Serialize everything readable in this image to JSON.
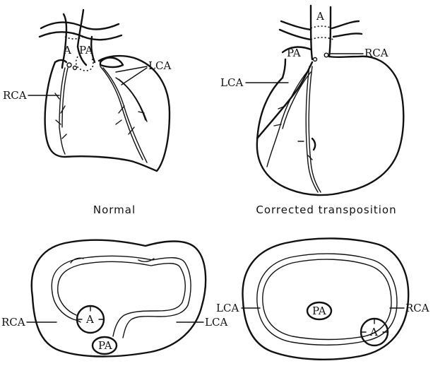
{
  "panels": {
    "normal": {
      "caption": "Normal",
      "aorta": "A",
      "pulmonary_artery": "PA",
      "right_coronary": "RCA",
      "left_coronary": "LCA"
    },
    "corrected": {
      "caption": "Corrected transposition",
      "aorta": "A",
      "pulmonary_artery": "PA",
      "right_coronary": "RCA",
      "left_coronary": "LCA"
    },
    "normal_section": {
      "aorta": "A",
      "pulmonary_artery": "PA",
      "right_coronary": "RCA",
      "left_coronary": "LCA"
    },
    "corrected_section": {
      "aorta": "A",
      "pulmonary_artery": "PA",
      "right_coronary": "RCA",
      "left_coronary": "LCA"
    }
  }
}
